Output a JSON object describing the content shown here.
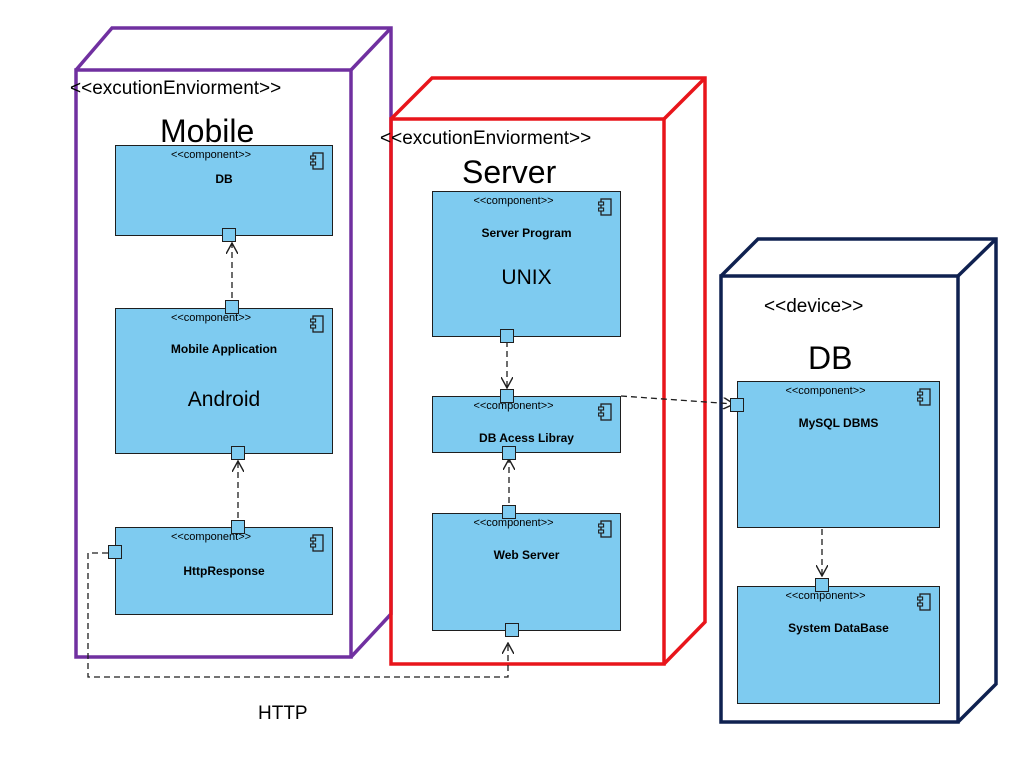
{
  "nodes": {
    "mobile": {
      "stereotype": "<<excutionEnviorment>>",
      "name": "Mobile",
      "color": "#7030a0"
    },
    "server": {
      "stereotype": "<<excutionEnviorment>>",
      "name": "Server",
      "color": "#e8151b"
    },
    "db": {
      "stereotype": "<<device>>",
      "name": "DB",
      "color": "#0f2150"
    }
  },
  "components": {
    "mobile_db": {
      "stereotype": "<<component>>",
      "name": "DB",
      "sub": ""
    },
    "mobile_app": {
      "stereotype": "<<component>>",
      "name": "Mobile Application",
      "sub": "Android"
    },
    "http_response": {
      "stereotype": "<<component>>",
      "name": "HttpResponse",
      "sub": ""
    },
    "server_program": {
      "stereotype": "<<component>>",
      "name": "Server Program",
      "sub": "UNIX"
    },
    "db_access": {
      "stereotype": "<<component>>",
      "name": "DB Acess Libray",
      "sub": ""
    },
    "web_server": {
      "stereotype": "<<component>>",
      "name": "Web Server",
      "sub": ""
    },
    "mysql": {
      "stereotype": "<<component>>",
      "name": "MySQL DBMS",
      "sub": ""
    },
    "system_db": {
      "stereotype": "<<component>>",
      "name": "System DataBase",
      "sub": ""
    }
  },
  "connections": {
    "http_label": "HTTP"
  },
  "icons": {
    "component": "component-icon"
  },
  "colors": {
    "component_fill": "#7ecbf0",
    "outline": "#1e1e1e"
  }
}
